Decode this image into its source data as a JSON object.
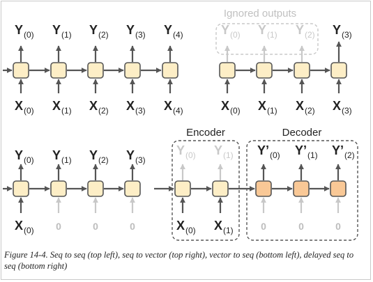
{
  "diagrams": {
    "seq_to_seq": {
      "outputs": [
        {
          "main": "Y",
          "sub": "(0)"
        },
        {
          "main": "Y",
          "sub": "(1)"
        },
        {
          "main": "Y",
          "sub": "(2)"
        },
        {
          "main": "Y",
          "sub": "(3)"
        },
        {
          "main": "Y",
          "sub": "(4)"
        }
      ],
      "inputs": [
        {
          "main": "X",
          "sub": "(0)"
        },
        {
          "main": "X",
          "sub": "(1)"
        },
        {
          "main": "X",
          "sub": "(2)"
        },
        {
          "main": "X",
          "sub": "(3)"
        },
        {
          "main": "X",
          "sub": "(4)"
        }
      ]
    },
    "seq_to_vector": {
      "ignored_label": "Ignored outputs",
      "ignored_outputs": [
        {
          "main": "Y",
          "sub": "(0)"
        },
        {
          "main": "Y",
          "sub": "(1)"
        },
        {
          "main": "Y",
          "sub": "(2)"
        }
      ],
      "final_output": {
        "main": "Y",
        "sub": "(3)"
      },
      "inputs": [
        {
          "main": "X",
          "sub": "(0)"
        },
        {
          "main": "X",
          "sub": "(1)"
        },
        {
          "main": "X",
          "sub": "(2)"
        },
        {
          "main": "X",
          "sub": "(3)"
        }
      ]
    },
    "vector_to_seq": {
      "outputs": [
        {
          "main": "Y",
          "sub": "(0)"
        },
        {
          "main": "Y",
          "sub": "(1)"
        },
        {
          "main": "Y",
          "sub": "(2)"
        },
        {
          "main": "Y",
          "sub": "(3)"
        }
      ],
      "first_input": {
        "main": "X",
        "sub": "(0)"
      },
      "zero_inputs": [
        "0",
        "0",
        "0"
      ]
    },
    "delayed_seq_to_seq": {
      "encoder_label": "Encoder",
      "decoder_label": "Decoder",
      "encoder_outputs": [
        {
          "main": "Y",
          "sub": "(0)"
        },
        {
          "main": "Y",
          "sub": "(1)"
        }
      ],
      "encoder_inputs": [
        {
          "main": "X",
          "sub": "(0)"
        },
        {
          "main": "X",
          "sub": "(1)"
        }
      ],
      "decoder_outputs": [
        {
          "main": "Y’",
          "sub": "(0)"
        },
        {
          "main": "Y’",
          "sub": "(1)"
        },
        {
          "main": "Y’",
          "sub": "(2)"
        }
      ],
      "decoder_inputs": [
        "0",
        "0",
        "0"
      ]
    }
  },
  "caption": "Figure 14-4. Seq to seq (top left), seq to vector (top right), vector to seq (bottom left), delayed seq to seq (bottom right)",
  "colors": {
    "cell_fill": "#fdeec6",
    "cell_border": "#555555",
    "decoder_cell_fill": "#f9c896",
    "arrow": "#555555",
    "faded": "#c8c8c8",
    "dash_border": "#555555"
  }
}
